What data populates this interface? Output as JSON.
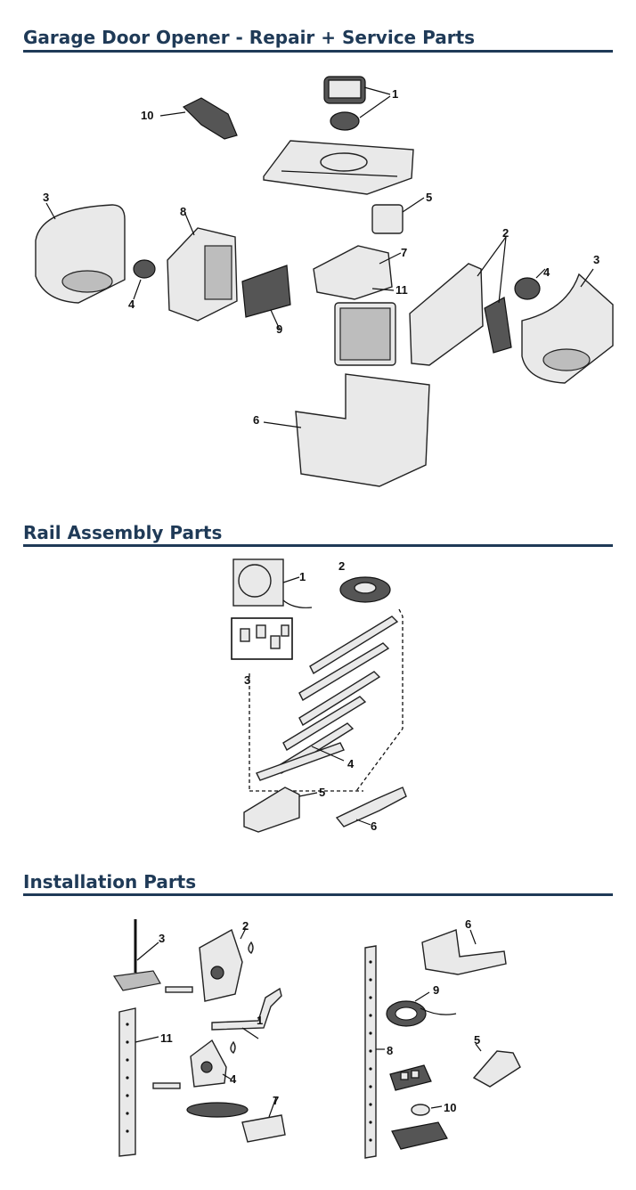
{
  "sections": [
    {
      "title": "Garage Door Opener - Repair + Service Parts"
    },
    {
      "title": "Rail Assembly Parts"
    },
    {
      "title": "Installation Parts"
    }
  ],
  "opener_labels": [
    "1",
    "2",
    "3",
    "3",
    "4",
    "4",
    "5",
    "6",
    "7",
    "8",
    "9",
    "10",
    "11"
  ],
  "rail_labels": [
    "1",
    "2",
    "3",
    "4",
    "5",
    "6"
  ],
  "install_labels": [
    "1",
    "2",
    "3",
    "4",
    "5",
    "6",
    "7",
    "8",
    "9",
    "10",
    "11"
  ],
  "colors": {
    "heading": "#1f3a57",
    "rule": "#1f3a57"
  }
}
